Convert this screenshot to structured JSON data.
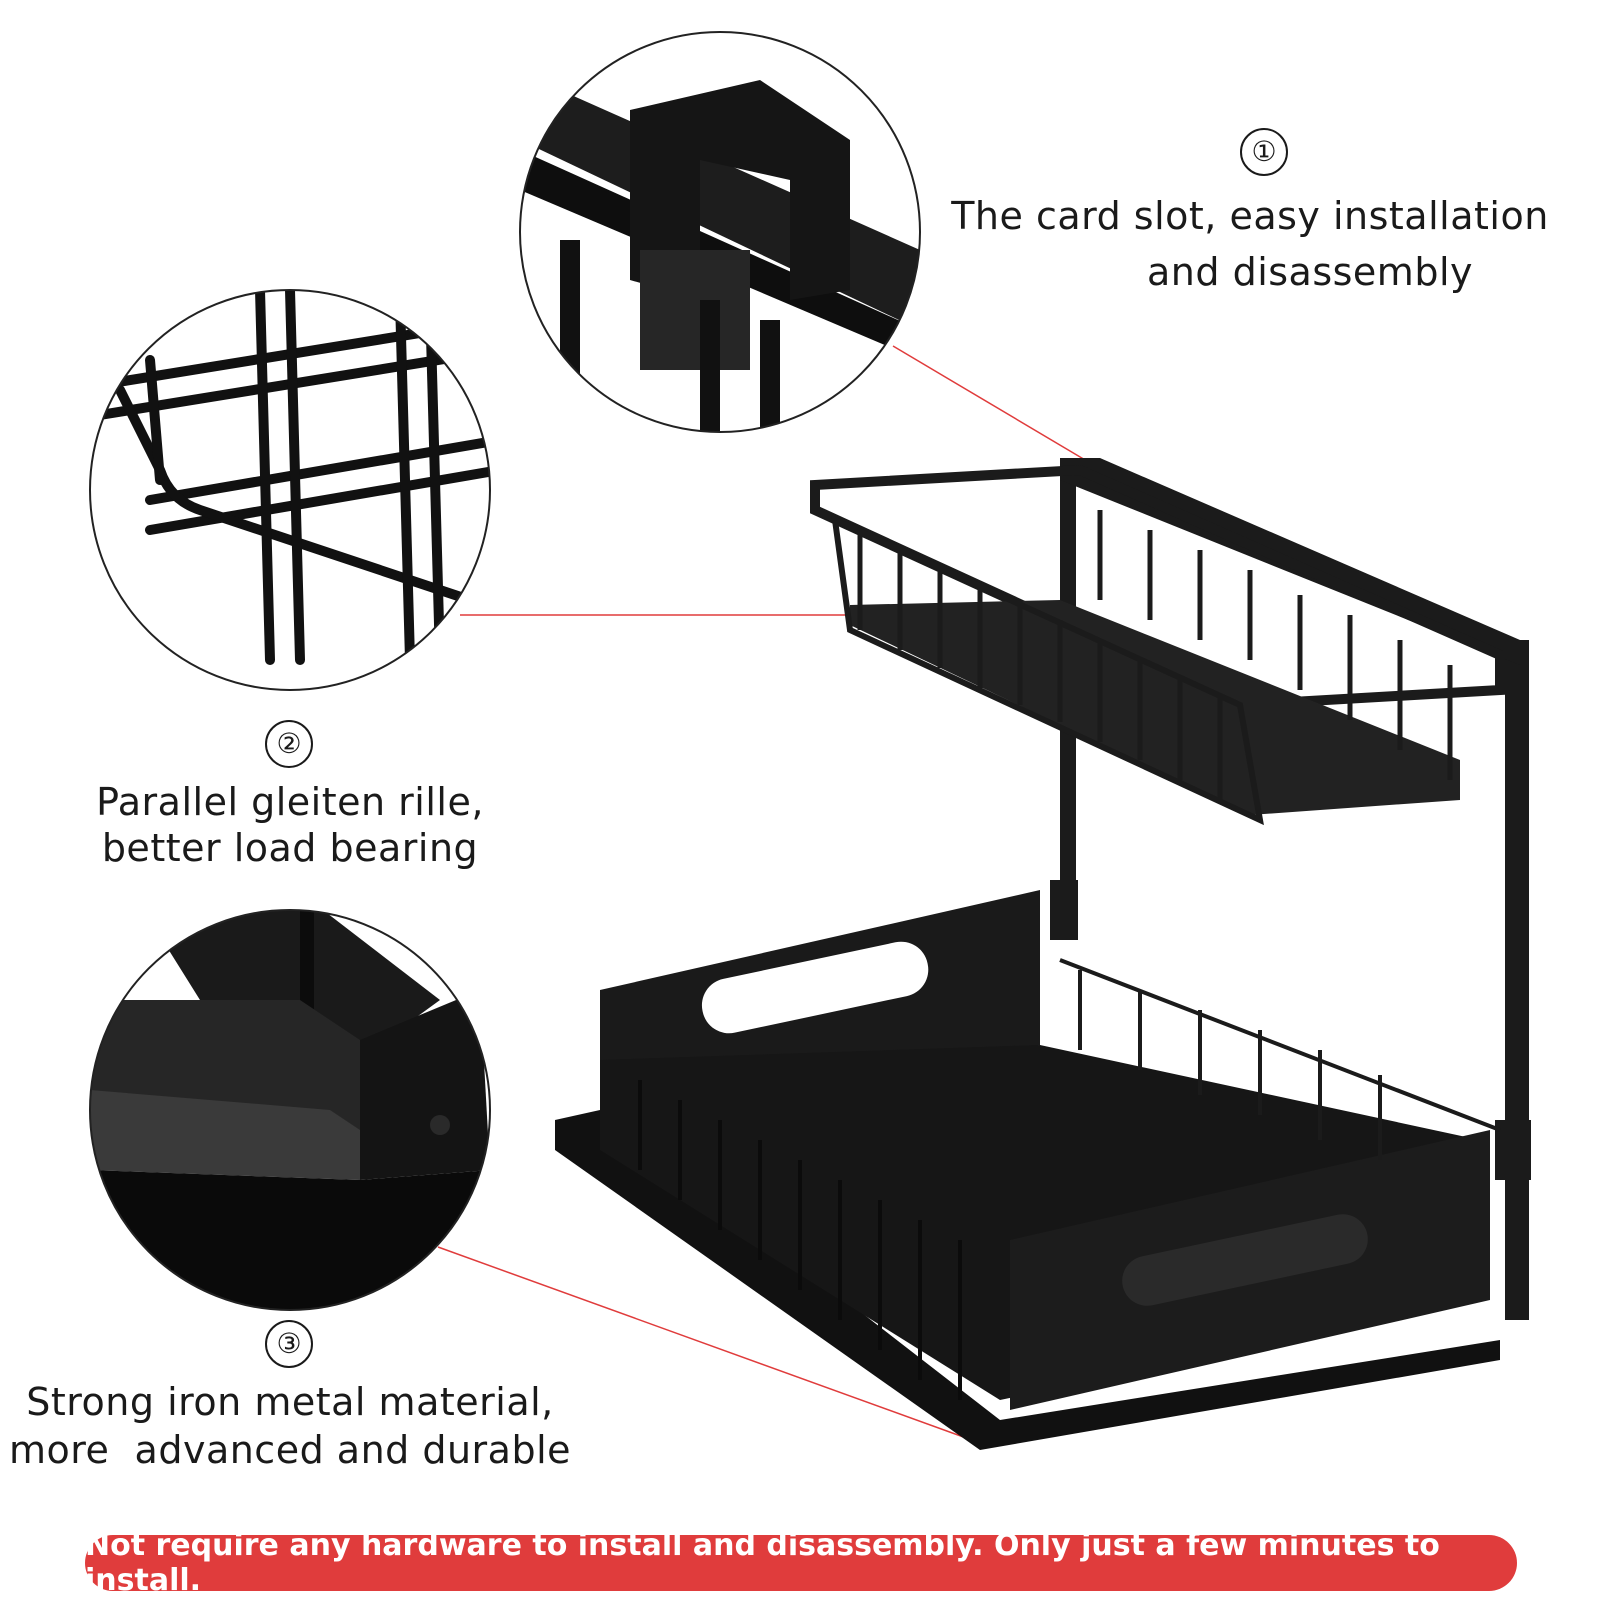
{
  "callouts": [
    {
      "number": "①",
      "lines": [
        "The card slot, easy installation",
        "and disassembly"
      ]
    },
    {
      "number": "②",
      "lines": [
        "Parallel gleiten rille,",
        "better load bearing"
      ]
    },
    {
      "number": "③",
      "lines": [
        "Strong iron metal material,",
        "more  advanced and durable"
      ]
    }
  ],
  "banner": {
    "text": "Not require any hardware to install and disassembly. Only just a few minutes to install."
  },
  "colors": {
    "accent": "#e03c3c",
    "metal": "#1b1b1b",
    "outline": "#222222"
  }
}
